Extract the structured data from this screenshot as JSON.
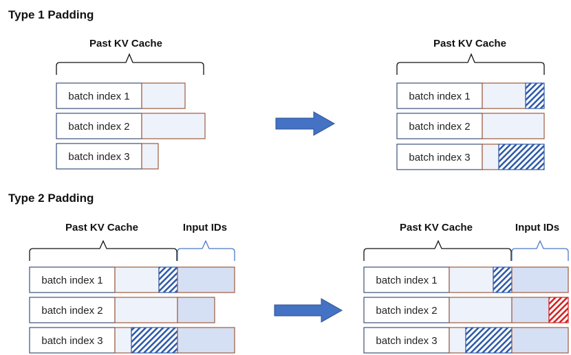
{
  "section1": {
    "title": "Type 1 Padding",
    "before_header": "Past KV Cache",
    "after_header": "Past KV Cache"
  },
  "section2": {
    "title": "Type 2 Padding",
    "before_kv_header": "Past KV Cache",
    "before_ids_header": "Input IDs",
    "after_kv_header": "Past KV Cache",
    "after_ids_header": "Input IDs"
  },
  "rows": [
    {
      "label": "batch index 1"
    },
    {
      "label": "batch index 2"
    },
    {
      "label": "batch index 3"
    }
  ],
  "colors": {
    "label_border": "#3a4f7a",
    "cache_fill": "#eef2fb",
    "cache_border": "#9e5a3c",
    "ids_fill": "#d6e0f5",
    "pad_blue": "#2f5aa8",
    "pad_red": "#d42020",
    "arrow_fill": "#4472c4",
    "arrow_stroke": "#2f528f",
    "ids_brace": "#4a78c8"
  }
}
